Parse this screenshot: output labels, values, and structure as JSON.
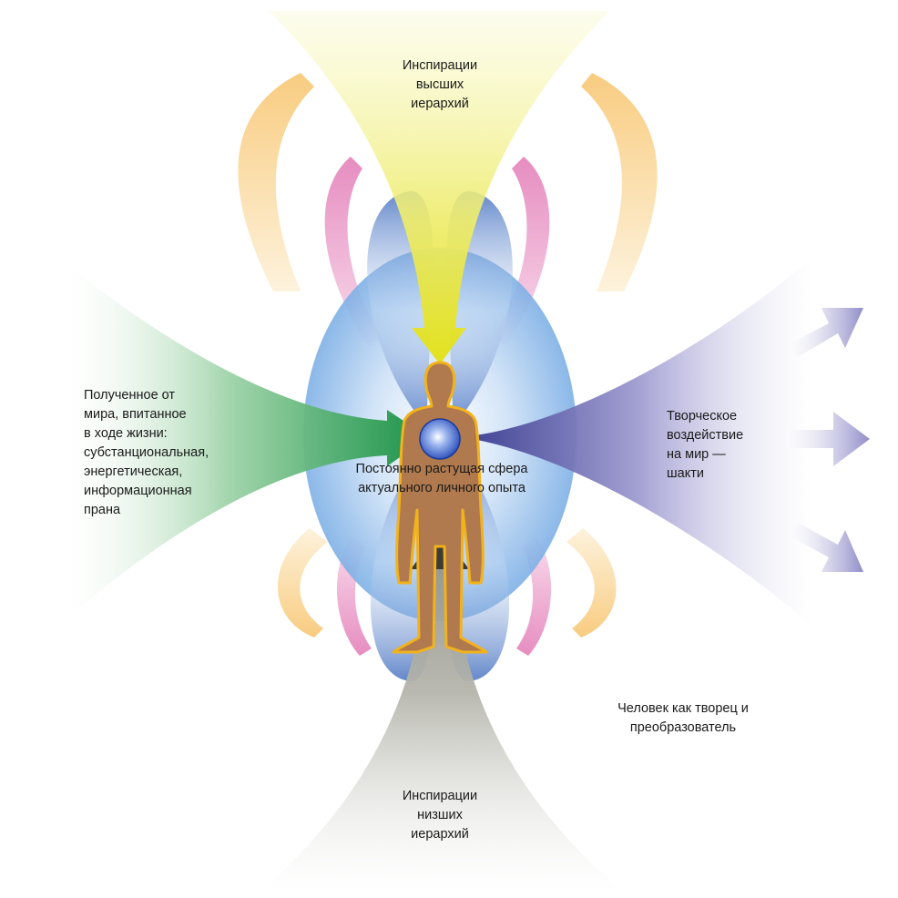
{
  "labels": {
    "top": "Инспирации\nвысших\nиерархий",
    "left": "Полученное от\nмира, впитанное\nв ходе жизни:\nсубстанциональная,\nэнергетическая,\nинформационная\nпрана",
    "right": "Творческое\nвоздействие\nна мир —\nшакти",
    "center": "Постоянно растущая сфера\nактуального личного опыта",
    "bottom": "Инспирации\nнизших\nиерархий",
    "caption": "Человек как творец и\nпреобразователь"
  },
  "colors": {
    "top_flow": "#e8e60a",
    "left_flow": "#1f9a4a",
    "right_flow": "#3f3f96",
    "bottom_flow": "#3b3b38",
    "sphere": "#6fa9e6",
    "inner_loops": "#3d6fc4",
    "pink_arcs": "#e07ab4",
    "orange_arcs": "#f5b24a",
    "figure_body": "#b07a4e",
    "figure_outline": "#f2b21c",
    "heart_orb": "#3a5fcf",
    "right_arrows": "#9b98cf"
  }
}
